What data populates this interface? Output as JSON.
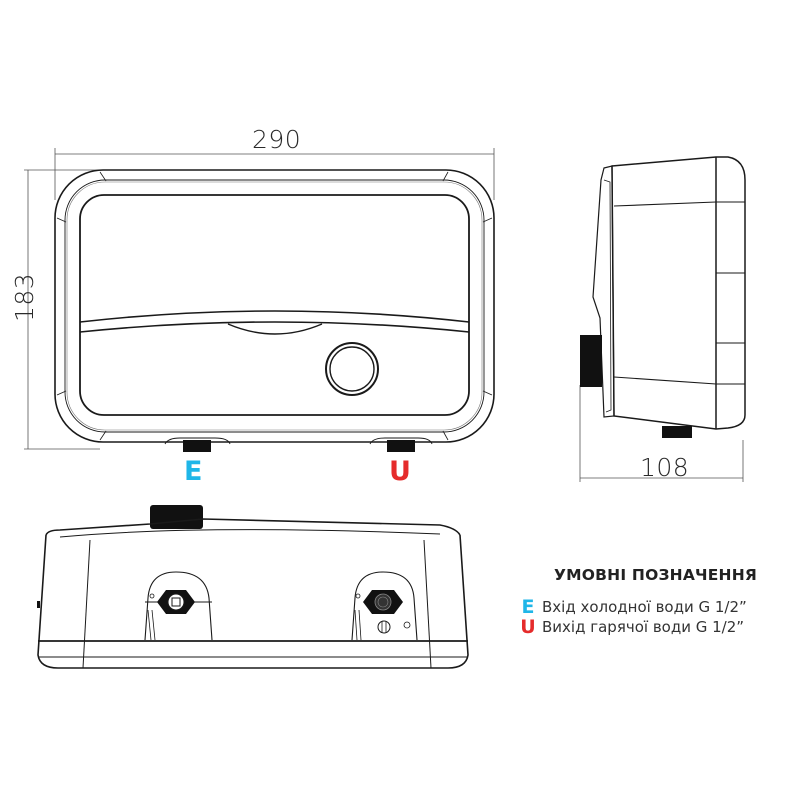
{
  "dimensions": {
    "width": "290",
    "height": "183",
    "depth": "108"
  },
  "markers": {
    "inlet": {
      "letter": "E",
      "color": "#1fb6e8"
    },
    "outlet": {
      "letter": "U",
      "color": "#e52b2b"
    }
  },
  "legend": {
    "title": "УМОВНІ ПОЗНАЧЕННЯ",
    "items": [
      {
        "symbol": "E",
        "color": "#1fb6e8",
        "label": "Вхід холодної води G 1/2”"
      },
      {
        "symbol": "U",
        "color": "#e52b2b",
        "label": "Вихід гарячої води G 1/2”"
      }
    ]
  },
  "views": {
    "front": "front-view",
    "side": "side-view",
    "bottom": "bottom-view"
  },
  "colors": {
    "line": "#1a1a1a",
    "dimension_line": "#555555"
  }
}
